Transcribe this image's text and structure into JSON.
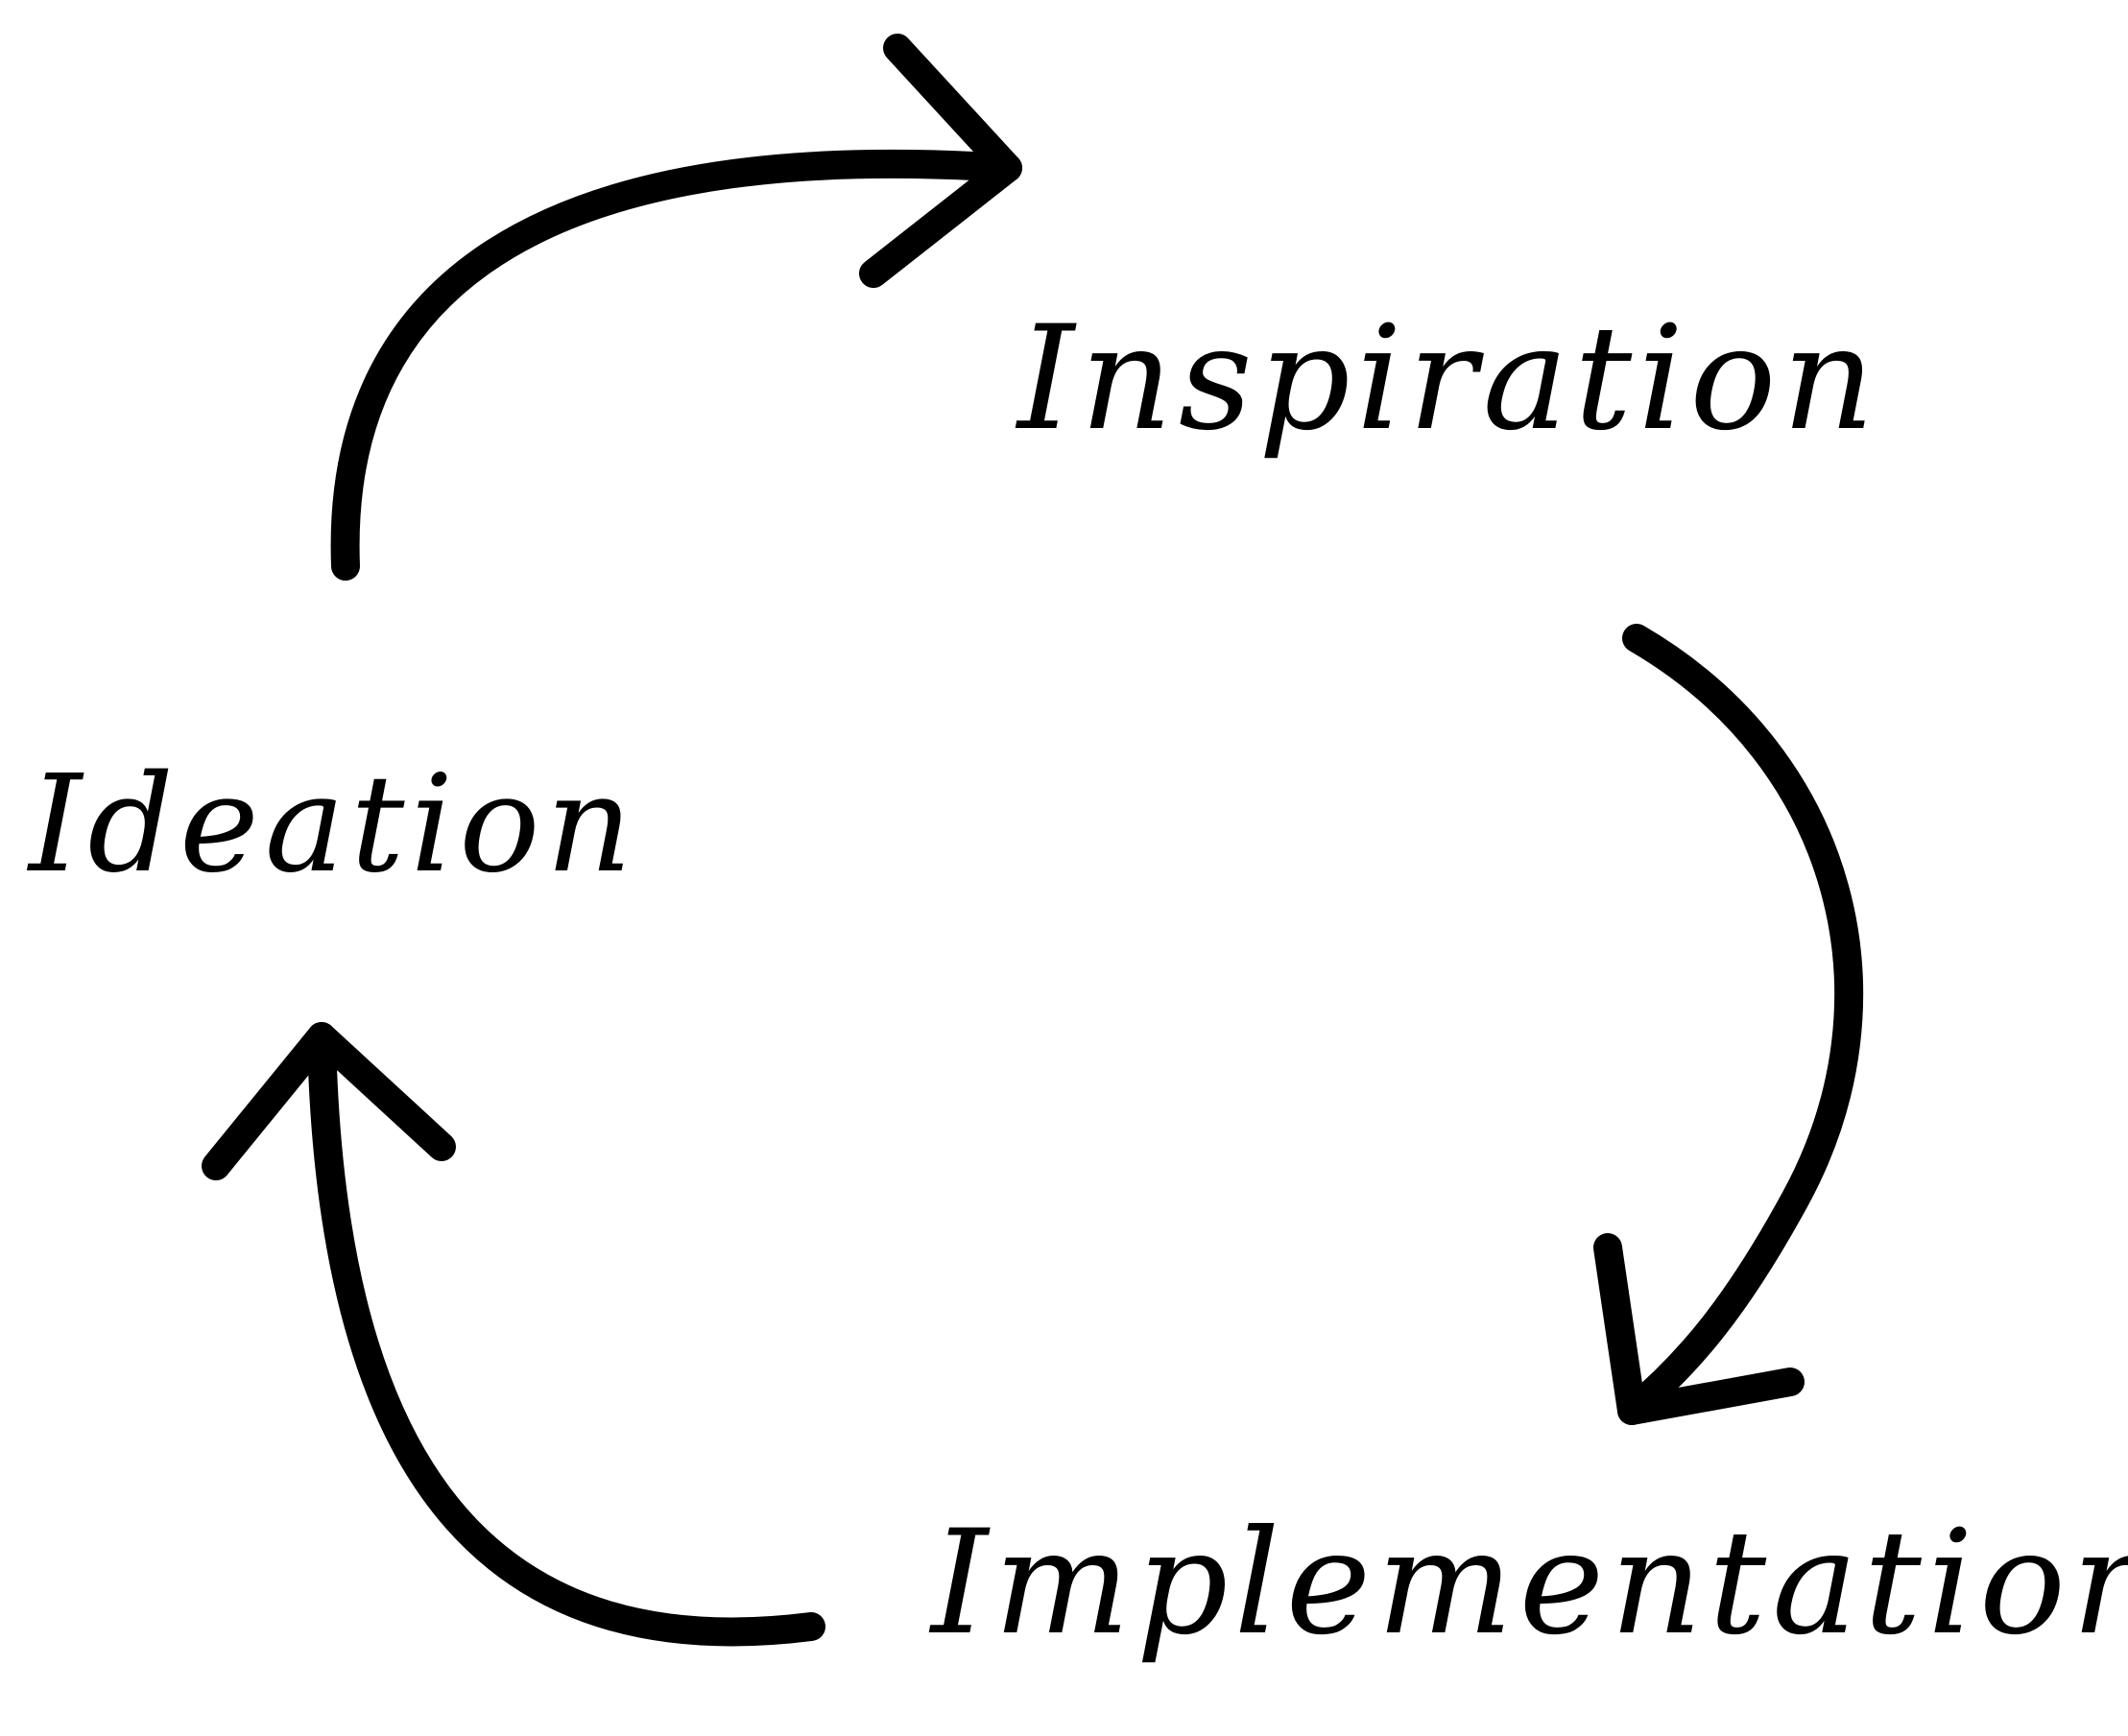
{
  "stages": {
    "inspiration": "Inspiration",
    "ideation": "Ideation",
    "implementation": "Implementation"
  },
  "colors": {
    "ink": "#000000",
    "background": "#ffffff"
  },
  "arrows": [
    {
      "from": "Ideation",
      "to": "Inspiration"
    },
    {
      "from": "Inspiration",
      "to": "Implementation"
    },
    {
      "from": "Implementation",
      "to": "Ideation"
    }
  ]
}
